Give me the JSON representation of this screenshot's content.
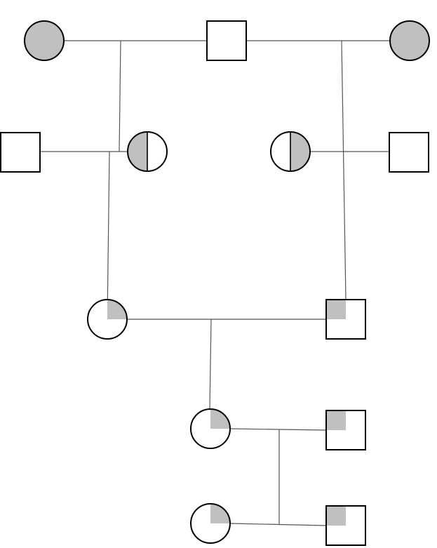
{
  "diagram": {
    "type": "pedigree",
    "colors": {
      "affected_fill": "#c0c0c0",
      "unaffected_fill": "#ffffff",
      "stroke": "#000000",
      "line": "#555555"
    },
    "individuals": [
      {
        "id": "g1-female-left",
        "sex": "female",
        "shading": "full"
      },
      {
        "id": "g1-male-center",
        "sex": "male",
        "shading": "none"
      },
      {
        "id": "g1-female-right",
        "sex": "female",
        "shading": "full"
      },
      {
        "id": "g2-male-left",
        "sex": "male",
        "shading": "none"
      },
      {
        "id": "g2-female-left",
        "sex": "female",
        "shading": "left-half"
      },
      {
        "id": "g2-female-right",
        "sex": "female",
        "shading": "right-half"
      },
      {
        "id": "g2-male-right",
        "sex": "male",
        "shading": "none"
      },
      {
        "id": "g3-female",
        "sex": "female",
        "shading": "upper-right-quarter"
      },
      {
        "id": "g3-male",
        "sex": "male",
        "shading": "upper-left-quarter"
      },
      {
        "id": "g4-female",
        "sex": "female",
        "shading": "upper-right-quarter"
      },
      {
        "id": "g4-male",
        "sex": "male",
        "shading": "upper-left-quarter"
      },
      {
        "id": "g5-female",
        "sex": "female",
        "shading": "upper-right-quarter"
      },
      {
        "id": "g5-male",
        "sex": "male",
        "shading": "upper-left-quarter"
      }
    ]
  }
}
